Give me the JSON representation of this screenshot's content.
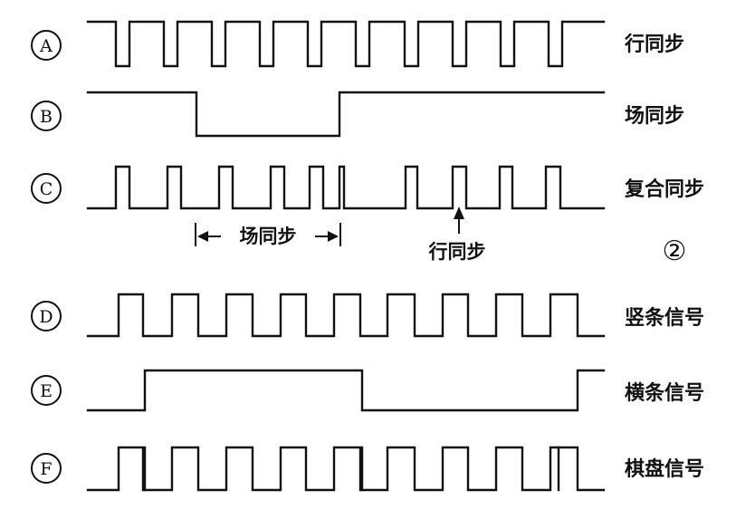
{
  "rows": [
    {
      "letter": "A",
      "label": "行同步"
    },
    {
      "letter": "B",
      "label": "场同步"
    },
    {
      "letter": "C",
      "label": "复合同步"
    },
    {
      "letter": "D",
      "label": "竖条信号"
    },
    {
      "letter": "E",
      "label": "横条信号"
    },
    {
      "letter": "F",
      "label": "棋盘信号"
    }
  ],
  "annotations": {
    "field_sync": "场同步",
    "line_sync": "行同步"
  },
  "figure_number": "②"
}
